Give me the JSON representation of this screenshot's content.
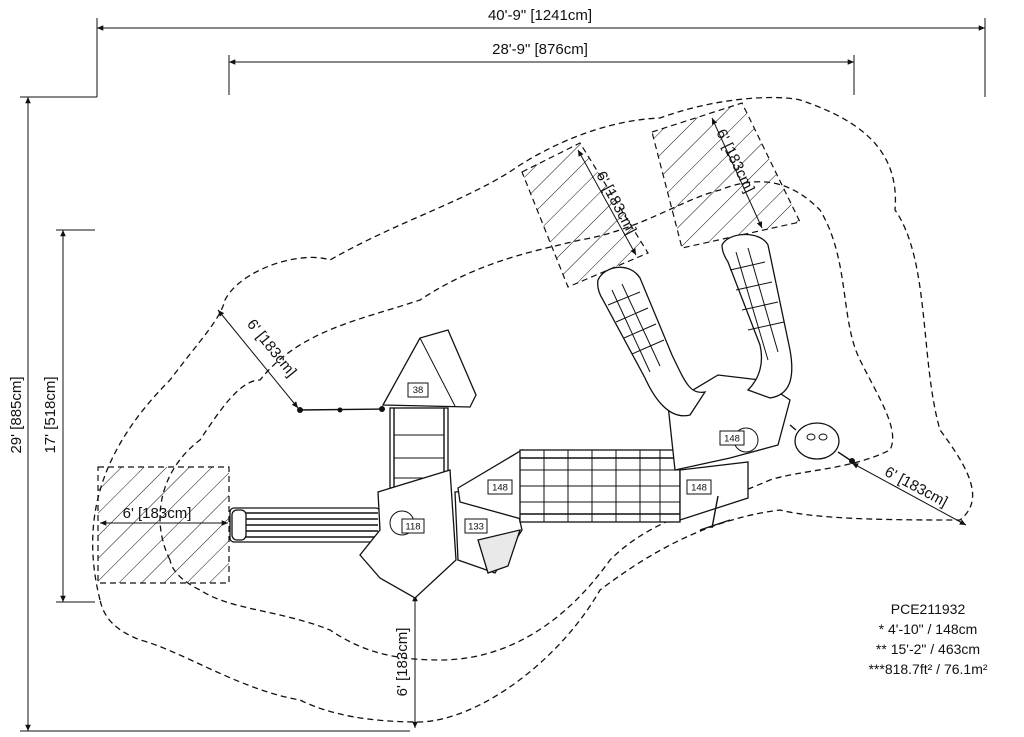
{
  "dimensions": {
    "overall_width": "40'-9\" [1241cm]",
    "inner_width": "28'-9\" [876cm]",
    "overall_depth": "29' [885cm]",
    "inner_depth": "17' [518cm]",
    "clearance_left": "6' [183cm]",
    "clearance_bottom": "6' [183cm]",
    "clearance_upper_left": "6' [183cm]",
    "clearance_right": "6' [183cm]",
    "clearance_slide_1": "6' [183cm]",
    "clearance_slide_2": "6' [183cm]"
  },
  "deck_tags": [
    "38",
    "118",
    "133",
    "148",
    "148",
    "148"
  ],
  "specs": {
    "model": "PCE211932",
    "height": "* 4'-10\" / 148cm",
    "fall": "** 15'-2\" / 463cm",
    "area": "***818.7ft² / 76.1m²"
  }
}
